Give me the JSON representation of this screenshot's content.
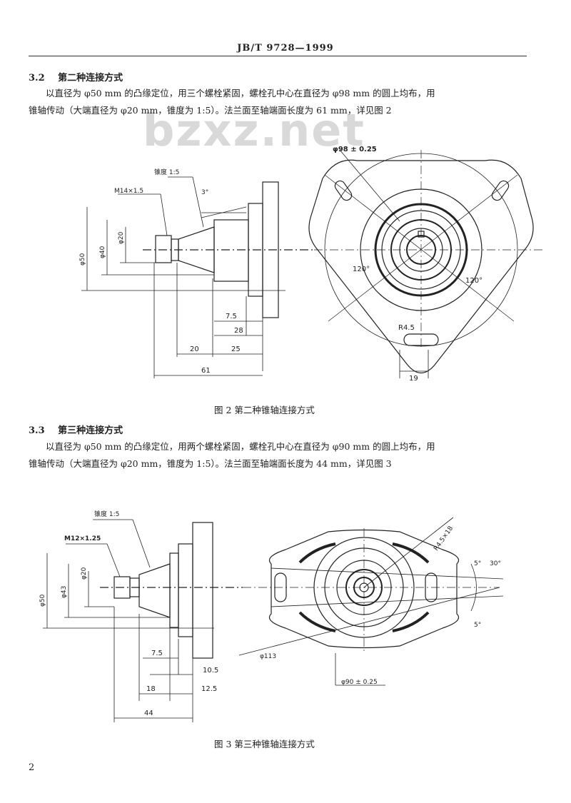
{
  "header": {
    "standard_code": "JB/T 9728—1999"
  },
  "watermark": "bzxz.net",
  "section_3_2": {
    "number": "3.2",
    "title": "第二种连接方式",
    "line1": "以直径为 φ50 mm 的凸缘定位，用三个螺栓紧固，螺栓孔中心在直径为 φ98 mm 的圆上均布，用",
    "line2": "锥轴传动（大端直径为 φ20 mm，锥度为 1:5）。法兰面至轴端面长度为 61 mm，详见图 2"
  },
  "figure2": {
    "caption": "图 2   第二种锥轴连接方式",
    "labels": {
      "taper": "锥度 1:5",
      "thread": "M14×1.5",
      "angle": "3°",
      "d20": "φ20",
      "d40": "φ40",
      "d50": "φ50",
      "dim_7_5": "7.5",
      "dim_28": "28",
      "dim_20": "20",
      "dim_25": "25",
      "dim_61": "61",
      "bolt_circle": "φ98 ± 0.25",
      "angle_left": "120°",
      "angle_right": "120°",
      "radius": "R4.5",
      "slot_width": "19"
    }
  },
  "section_3_3": {
    "number": "3.3",
    "title": "第三种连接方式",
    "line1": "以直径为 φ50 mm 的凸缘定位，用两个螺栓紧固，螺栓孔中心在直径为 φ90 mm 的圆上均布，用",
    "line2": "锥轴传动（大端直径为 φ20 mm，锥度为 1:5）。法兰面至轴端面长度为 44 mm，详见图 3"
  },
  "figure3": {
    "caption": "图 3   第三种锥轴连接方式",
    "labels": {
      "taper": "锥度 1:5",
      "thread": "M12×1.25",
      "d20": "φ20",
      "d43": "φ43",
      "d50": "φ50",
      "dim_7_5": "7.5",
      "dim_10_5": "10.5",
      "dim_18": "18",
      "dim_12_5": "12.5",
      "dim_44": "44",
      "d113": "φ113",
      "bolt_circle": "φ90 ± 0.25",
      "slot_radius": "R4.5×18",
      "angle_5a": "5°",
      "angle_30": "30°",
      "angle_5b": "5°"
    }
  },
  "page_number": "2"
}
